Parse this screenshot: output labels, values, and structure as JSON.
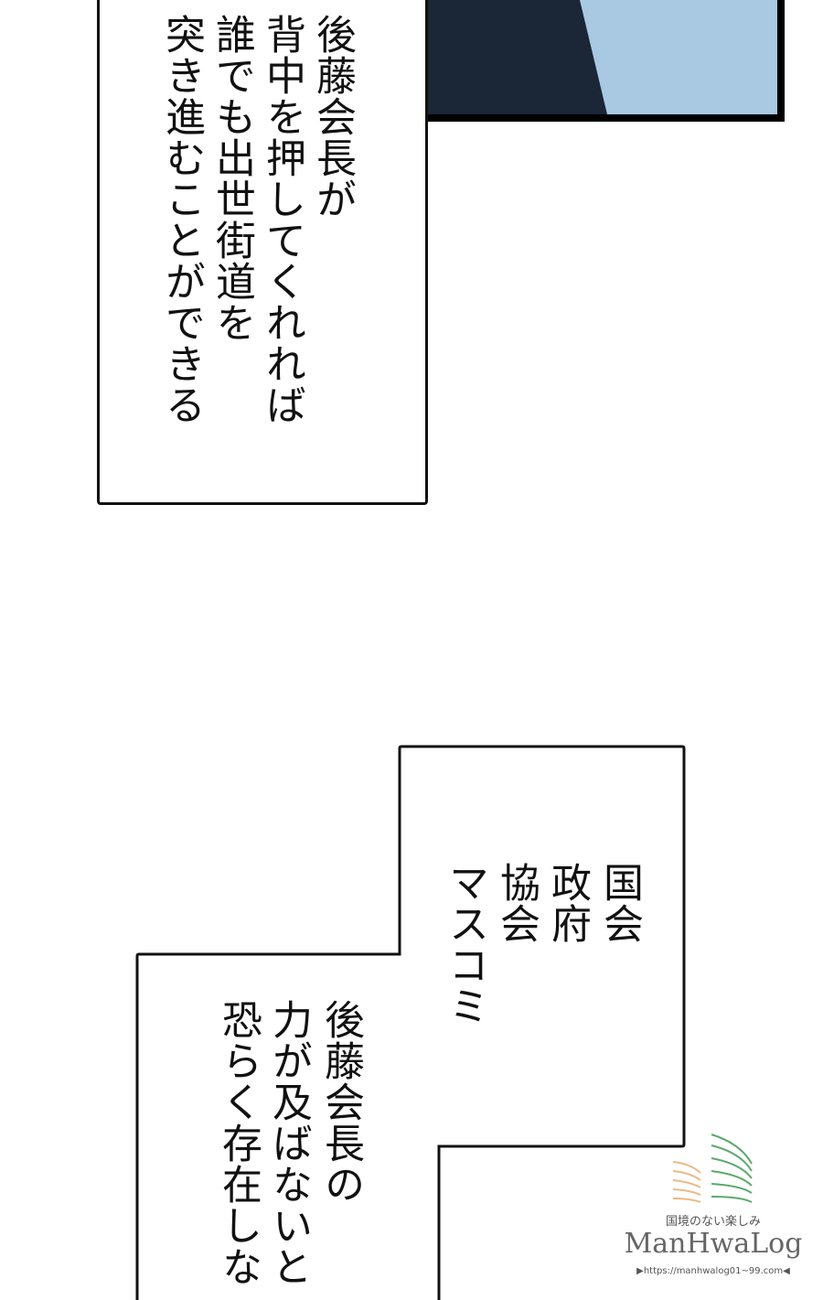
{
  "box1": {
    "columns": [
      "後藤会長が",
      "背中を押してくれれば",
      "誰でも出世街道を",
      "突き進むことができる"
    ]
  },
  "box2": {
    "upper_columns": [
      "国会",
      "政府",
      "協会",
      "マスコミ"
    ],
    "lower_columns": [
      "後藤会長の",
      "力が及ばないと",
      "恐らく存在しな"
    ]
  },
  "watermark": {
    "tagline": "国境のない楽しみ",
    "name": "ManHwaLog",
    "url": "▶https://manhwalog01~99.com◀",
    "colors": {
      "orange": "#e8a86a",
      "green": "#3f9a55"
    }
  }
}
